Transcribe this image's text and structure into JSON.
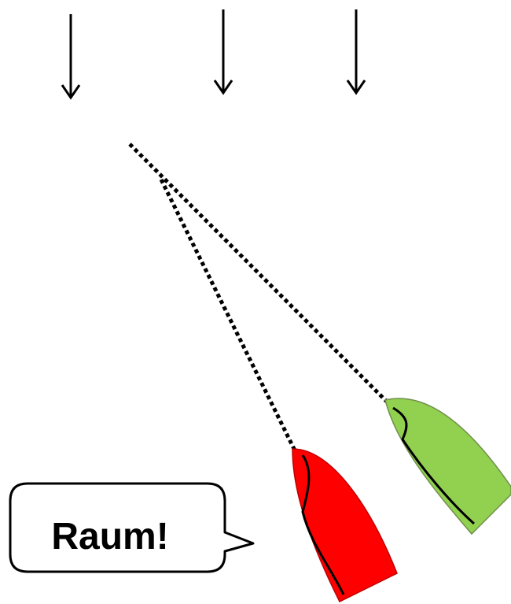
{
  "diagram": {
    "callout_text": "Raum!",
    "colors": {
      "background": "#ffffff",
      "ink": "#000000",
      "boat_leeward": "#ff0000",
      "boat_windward": "#92d050"
    },
    "elements": {
      "wind_arrows": [
        "wind-arrow-icon",
        "wind-arrow-icon",
        "wind-arrow-icon"
      ],
      "boats": [
        "red-boat",
        "green-boat"
      ],
      "paths": [
        "red-boat-course-line",
        "green-boat-course-line"
      ]
    }
  }
}
